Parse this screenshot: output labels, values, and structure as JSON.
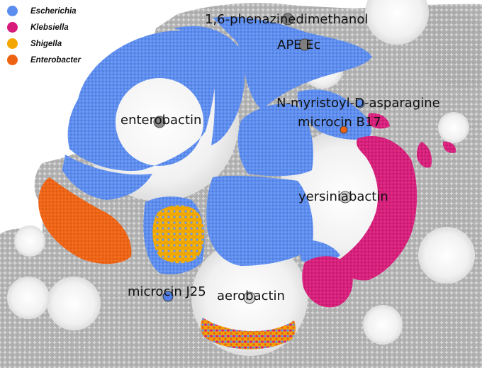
{
  "legend": {
    "items": [
      {
        "label": "Escherichia",
        "color": "#5b8def"
      },
      {
        "label": "Klebsiella",
        "color": "#d81b7a"
      },
      {
        "label": "Shigella",
        "color": "#f4a700"
      },
      {
        "label": "Enterobacter",
        "color": "#ee6214"
      }
    ]
  },
  "colors": {
    "background_nodes": "#b0b0b0",
    "hub": "#8a8a8a"
  },
  "nodes": {
    "phenazinedimethanol": "1,6-phenazinedimethanol",
    "ape_ec": "APE Ec",
    "n_myristoyl": "N-myristoyl-D-asparagine",
    "microcin_b17": "microcin B17",
    "enterobactin": "enterobactin",
    "yersiniabactin": "yersiniabactin",
    "microcin_j25": "microcin J25",
    "aerobactin": "aerobactin"
  }
}
